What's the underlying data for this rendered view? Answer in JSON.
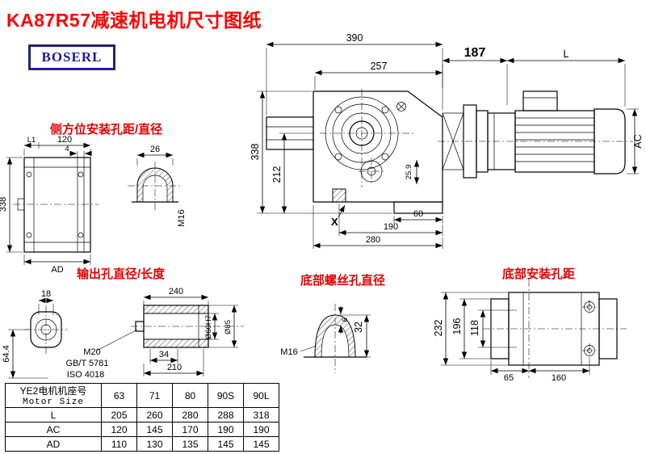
{
  "title": "KA87R57减速机电机尺寸图纸",
  "logo_text": "BOSERL",
  "colors": {
    "title_red": "#ff0000",
    "label_red": "#e60000",
    "logo_blue": "#1b1b9e",
    "line_black": "#000000"
  },
  "section_labels": {
    "side_mount": "侧方位安装孔距/直径",
    "output_hole": "输出孔直径/长度",
    "bottom_screw": "底部螺丝孔直径",
    "bottom_mount": "底部安装孔距"
  },
  "dims": {
    "side_view": {
      "l1": "L1",
      "w120": "120",
      "t4": "4",
      "h338": "338",
      "ad": "AD",
      "w26": "26",
      "m16": "M16"
    },
    "main_view": {
      "w390": "390",
      "w257": "257",
      "h338": "338",
      "h212": "212",
      "h259": "25.9",
      "w60": "60",
      "w190": "190",
      "w280": "280",
      "x_mark": "X"
    },
    "motor_view": {
      "w187": "187",
      "len": "L",
      "ac": "AC"
    },
    "output_view": {
      "w18": "18",
      "h644": "64.4",
      "w240": "240",
      "m20": "M20",
      "std1": "GB/T 5781",
      "std2": "ISO 4018",
      "w34": "34",
      "w210": "210",
      "d60": "Ø60H7",
      "d85": "Ø85"
    },
    "screw_view": {
      "h32": "32",
      "t6": "6",
      "m16": "M16"
    },
    "bottom_view": {
      "h232": "232",
      "h196": "196",
      "h118": "118",
      "w65": "65",
      "w160": "160"
    }
  },
  "table": {
    "header_line1": "YE2电机机座号",
    "header_line2": "Motor Size",
    "cols": [
      "63",
      "71",
      "80",
      "90S",
      "90L"
    ],
    "rows": [
      {
        "label": "L",
        "values": [
          "205",
          "260",
          "280",
          "288",
          "318"
        ]
      },
      {
        "label": "AC",
        "values": [
          "120",
          "145",
          "170",
          "190",
          "190"
        ]
      },
      {
        "label": "AD",
        "values": [
          "110",
          "130",
          "135",
          "145",
          "145"
        ]
      }
    ]
  }
}
